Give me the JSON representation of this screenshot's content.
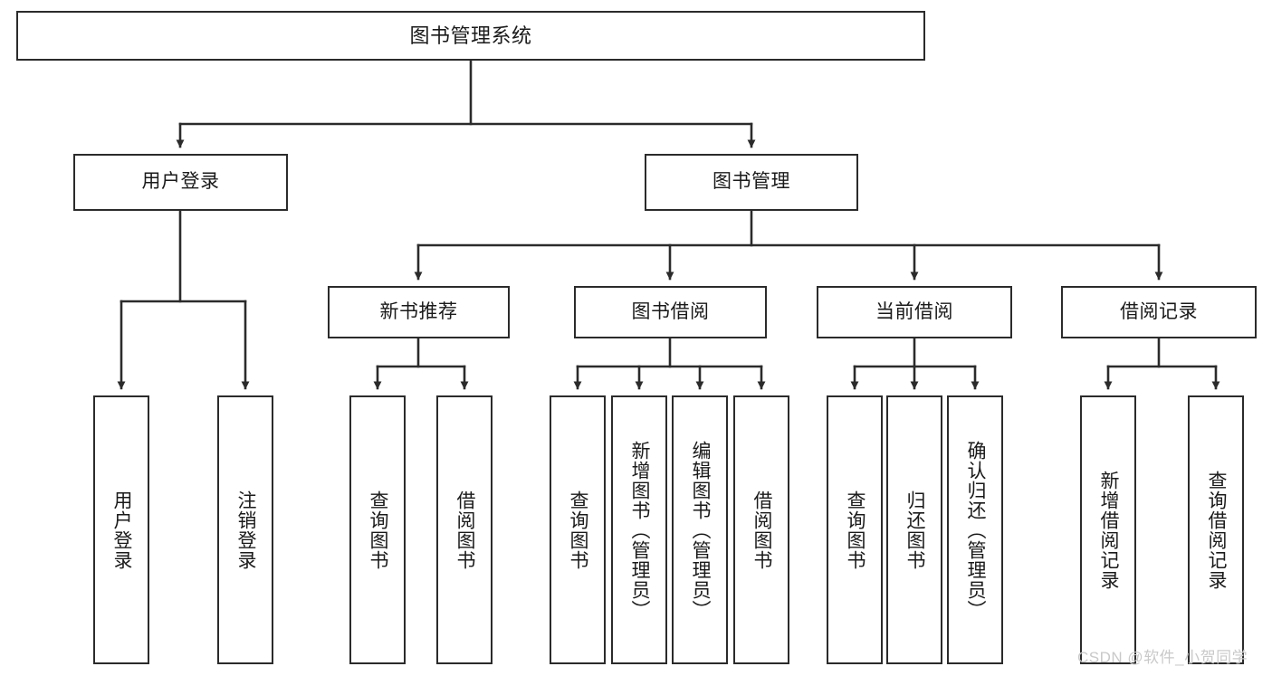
{
  "diagram": {
    "title": "图书管理系统",
    "type": "功能结构图",
    "colors": {
      "box_border": "#2b2b2b",
      "box_fill": "#ffffff",
      "connector": "#2b2b2b",
      "background": "#ffffff",
      "watermark": "#c9c9c9"
    },
    "root": {
      "id": "root",
      "label": "图书管理系统"
    },
    "level2": [
      {
        "id": "user-login",
        "label": "用户登录"
      },
      {
        "id": "book-manage",
        "label": "图书管理"
      }
    ],
    "level3": [
      {
        "id": "new-book-rec",
        "label": "新书推荐",
        "parent": "book-manage"
      },
      {
        "id": "book-borrow",
        "label": "图书借阅",
        "parent": "book-manage"
      },
      {
        "id": "current-borrow",
        "label": "当前借阅",
        "parent": "book-manage"
      },
      {
        "id": "borrow-record",
        "label": "借阅记录",
        "parent": "book-manage"
      }
    ],
    "leaves": [
      {
        "id": "leaf-user-login",
        "label": "用户登录",
        "parent": "user-login"
      },
      {
        "id": "leaf-logout-login",
        "label": "注销登录",
        "parent": "user-login"
      },
      {
        "id": "leaf-query-book-1",
        "label": "查询图书",
        "parent": "new-book-rec"
      },
      {
        "id": "leaf-borrow-book-1",
        "label": "借阅图书",
        "parent": "new-book-rec"
      },
      {
        "id": "leaf-query-book-2",
        "label": "查询图书",
        "parent": "book-borrow"
      },
      {
        "id": "leaf-add-book",
        "label": "新增图书（管理员）",
        "parent": "book-borrow"
      },
      {
        "id": "leaf-edit-book",
        "label": "编辑图书（管理员）",
        "parent": "book-borrow"
      },
      {
        "id": "leaf-borrow-book-2",
        "label": "借阅图书",
        "parent": "book-borrow"
      },
      {
        "id": "leaf-query-book-3",
        "label": "查询图书",
        "parent": "current-borrow"
      },
      {
        "id": "leaf-return-book",
        "label": "归还图书",
        "parent": "current-borrow"
      },
      {
        "id": "leaf-confirm-return",
        "label": "确认归还（管理员）",
        "parent": "current-borrow"
      },
      {
        "id": "leaf-add-record",
        "label": "新增借阅记录",
        "parent": "borrow-record"
      },
      {
        "id": "leaf-query-record",
        "label": "查询借阅记录",
        "parent": "borrow-record"
      }
    ],
    "watermark": "CSDN @软件_小贺同学"
  }
}
